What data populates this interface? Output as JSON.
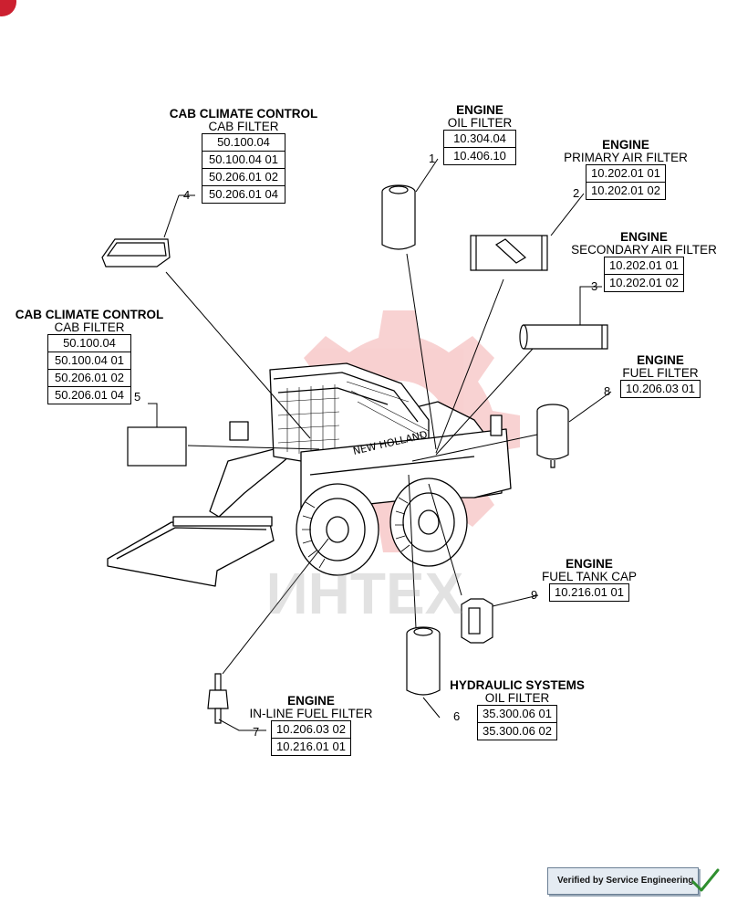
{
  "watermark": {
    "text": "ИНТЕХ",
    "color": "#e03030"
  },
  "machine": {
    "brand_decal": "NEW HOLLAND"
  },
  "groups": [
    {
      "id": "cab-filter-top",
      "callout": "4",
      "title": "CAB CLIMATE CONTROL",
      "subtitle": "CAB FILTER",
      "parts": [
        "50.100.04",
        "50.100.04 01",
        "50.206.01 02",
        "50.206.01 04"
      ]
    },
    {
      "id": "oil-filter",
      "callout": "1",
      "title": "ENGINE",
      "subtitle": "OIL FILTER",
      "parts": [
        "10.304.04",
        "10.406.10"
      ]
    },
    {
      "id": "primary-air",
      "callout": "2",
      "title": "ENGINE",
      "subtitle": "PRIMARY AIR FILTER",
      "parts": [
        "10.202.01 01",
        "10.202.01 02"
      ]
    },
    {
      "id": "secondary-air",
      "callout": "3",
      "title": "ENGINE",
      "subtitle": "SECONDARY AIR FILTER",
      "parts": [
        "10.202.01 01",
        "10.202.01 02"
      ]
    },
    {
      "id": "cab-filter-left",
      "callout": "5",
      "title": "CAB CLIMATE CONTROL",
      "subtitle": "CAB FILTER",
      "parts": [
        "50.100.04",
        "50.100.04 01",
        "50.206.01 02",
        "50.206.01 04"
      ]
    },
    {
      "id": "fuel-filter",
      "callout": "8",
      "title": "ENGINE",
      "subtitle": "FUEL FILTER",
      "parts": [
        "10.206.03 01"
      ]
    },
    {
      "id": "fuel-tank-cap",
      "callout": "9",
      "title": "ENGINE",
      "subtitle": "FUEL TANK CAP",
      "parts": [
        "10.216.01 01"
      ]
    },
    {
      "id": "inline-fuel",
      "callout": "7",
      "title": "ENGINE",
      "subtitle": "IN-LINE FUEL FILTER",
      "parts": [
        "10.206.03 02",
        "10.216.01 01"
      ]
    },
    {
      "id": "hydraulic-oil",
      "callout": "6",
      "title": "HYDRAULIC SYSTEMS",
      "subtitle": "OIL FILTER",
      "parts": [
        "35.300.06 01",
        "35.300.06 02"
      ]
    }
  ],
  "footer": {
    "verified_label": "Verified by Service Engineering",
    "check_color": "#2f8f2f"
  }
}
